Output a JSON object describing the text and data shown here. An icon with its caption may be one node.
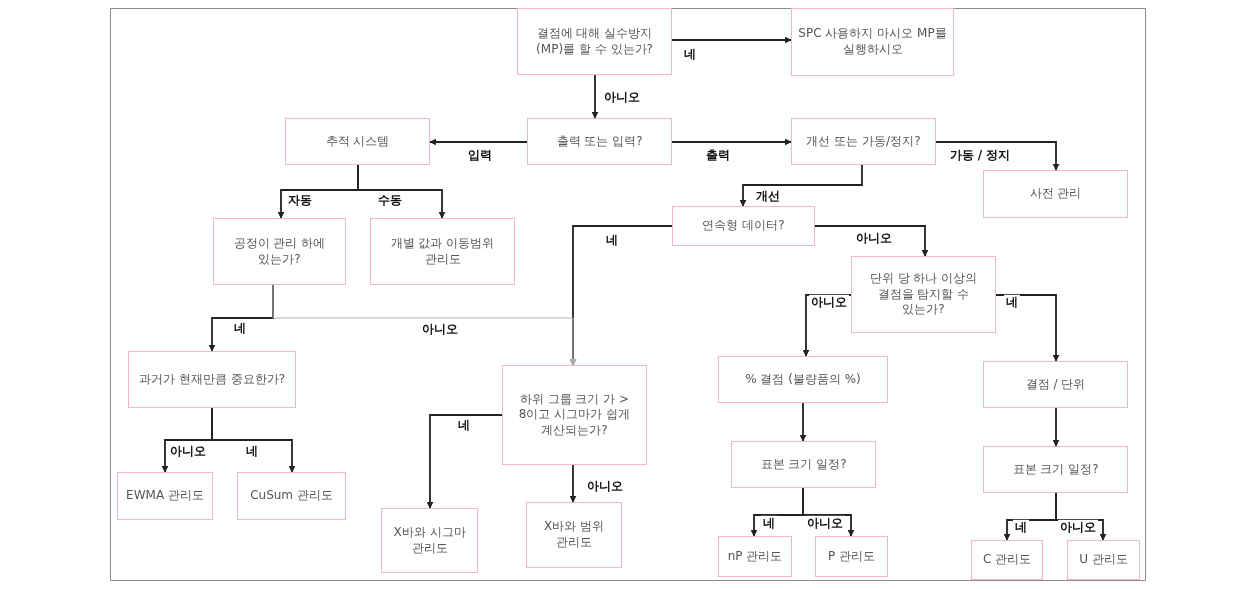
{
  "diagram": {
    "nodes": [
      {
        "text": [
          "결점에 대해 실수방지(MP)를 할 수 있는가?"
        ]
      },
      {
        "text": [
          "SPC 사용하지 마시오 MP를 실행하시오"
        ]
      },
      {
        "text": [
          "출력 또는 입력?"
        ]
      },
      {
        "text": [
          "추적 시스템"
        ]
      },
      {
        "text": [
          "개선 또는 가동/정지?"
        ]
      },
      {
        "text": [
          "사전 관리"
        ]
      },
      {
        "text": [
          "연속형 데이터?"
        ]
      },
      {
        "text": [
          "공정이 관리 하에 있는가?"
        ]
      },
      {
        "text": [
          "개별 값과 이동범위 관리도"
        ]
      },
      {
        "text": [
          "단위 당 하나 이상의 결점을 탐지할 수 있는가?"
        ]
      },
      {
        "text": [
          "과거가 현재만큼 중요한가?"
        ]
      },
      {
        "text": [
          "하위 그룹 크기 가 > 8이고 시그마가 쉽게 계산되는가?"
        ]
      },
      {
        "text": [
          "% 결점 (불량품의 %)"
        ]
      },
      {
        "text": [
          "결점 / 단위"
        ]
      },
      {
        "text": [
          "표본 크기 일정?"
        ]
      },
      {
        "text": [
          "표본 크기 일정?"
        ]
      },
      {
        "text": [
          "EWMA 관리도"
        ]
      },
      {
        "text": [
          "CuSum 관리도"
        ]
      },
      {
        "text": [
          "X바와 시그마 관리도"
        ]
      },
      {
        "text": [
          "X바와 범위 관리도"
        ]
      },
      {
        "text": [
          "nP 관리도"
        ]
      },
      {
        "text": [
          "P 관리도"
        ]
      },
      {
        "text": [
          "C 관리도"
        ]
      },
      {
        "text": [
          "U 관리도"
        ]
      }
    ],
    "edges": [
      {
        "from": 0,
        "to": 1,
        "arrow": "to",
        "label": "네"
      },
      {
        "from": 0,
        "to": 2,
        "arrow": "to",
        "label": "아니오"
      },
      {
        "from": 2,
        "to": 3,
        "arrow": "to",
        "label": "입력"
      },
      {
        "from": 2,
        "to": 4,
        "arrow": "to",
        "label": "출력"
      },
      {
        "from": 4,
        "to": 5,
        "arrow": "to",
        "label": "가동 / 정지"
      },
      {
        "from": 4,
        "to": 6,
        "arrow": "to",
        "label": "개선"
      },
      {
        "from": 3,
        "to": 7,
        "arrow": "to",
        "label": "자동"
      },
      {
        "from": 3,
        "to": 8,
        "arrow": "to",
        "label": "수동"
      },
      {
        "from": 6,
        "to": 11,
        "arrow": "to",
        "label": "네"
      },
      {
        "from": 6,
        "to": 9,
        "arrow": "to",
        "label": "아니오"
      },
      {
        "from": 7,
        "to": 10,
        "arrow": "to",
        "label": "네"
      },
      {
        "from": 7,
        "to": 11,
        "arrow": "to",
        "label": "아니오",
        "color": "#b0b0b0"
      },
      {
        "from": 9,
        "to": 12,
        "arrow": "to",
        "label": "아니오"
      },
      {
        "from": 9,
        "to": 13,
        "arrow": "to",
        "label": "네"
      },
      {
        "from": 10,
        "to": 16,
        "arrow": "to",
        "label": "아니오"
      },
      {
        "from": 10,
        "to": 17,
        "arrow": "to",
        "label": "네"
      },
      {
        "from": 11,
        "to": 18,
        "arrow": "to",
        "label": "네"
      },
      {
        "from": 11,
        "to": 19,
        "arrow": "to",
        "label": "아니오"
      },
      {
        "from": 12,
        "to": 14,
        "arrow": "to"
      },
      {
        "from": 13,
        "to": 15,
        "arrow": "to"
      },
      {
        "from": 14,
        "to": 20,
        "arrow": "to",
        "label": "네"
      },
      {
        "from": 14,
        "to": 21,
        "arrow": "to",
        "label": "아니오"
      },
      {
        "from": 15,
        "to": 22,
        "arrow": "to",
        "label": "네"
      },
      {
        "from": 15,
        "to": 23,
        "arrow": "to",
        "label": "아니오"
      }
    ]
  }
}
